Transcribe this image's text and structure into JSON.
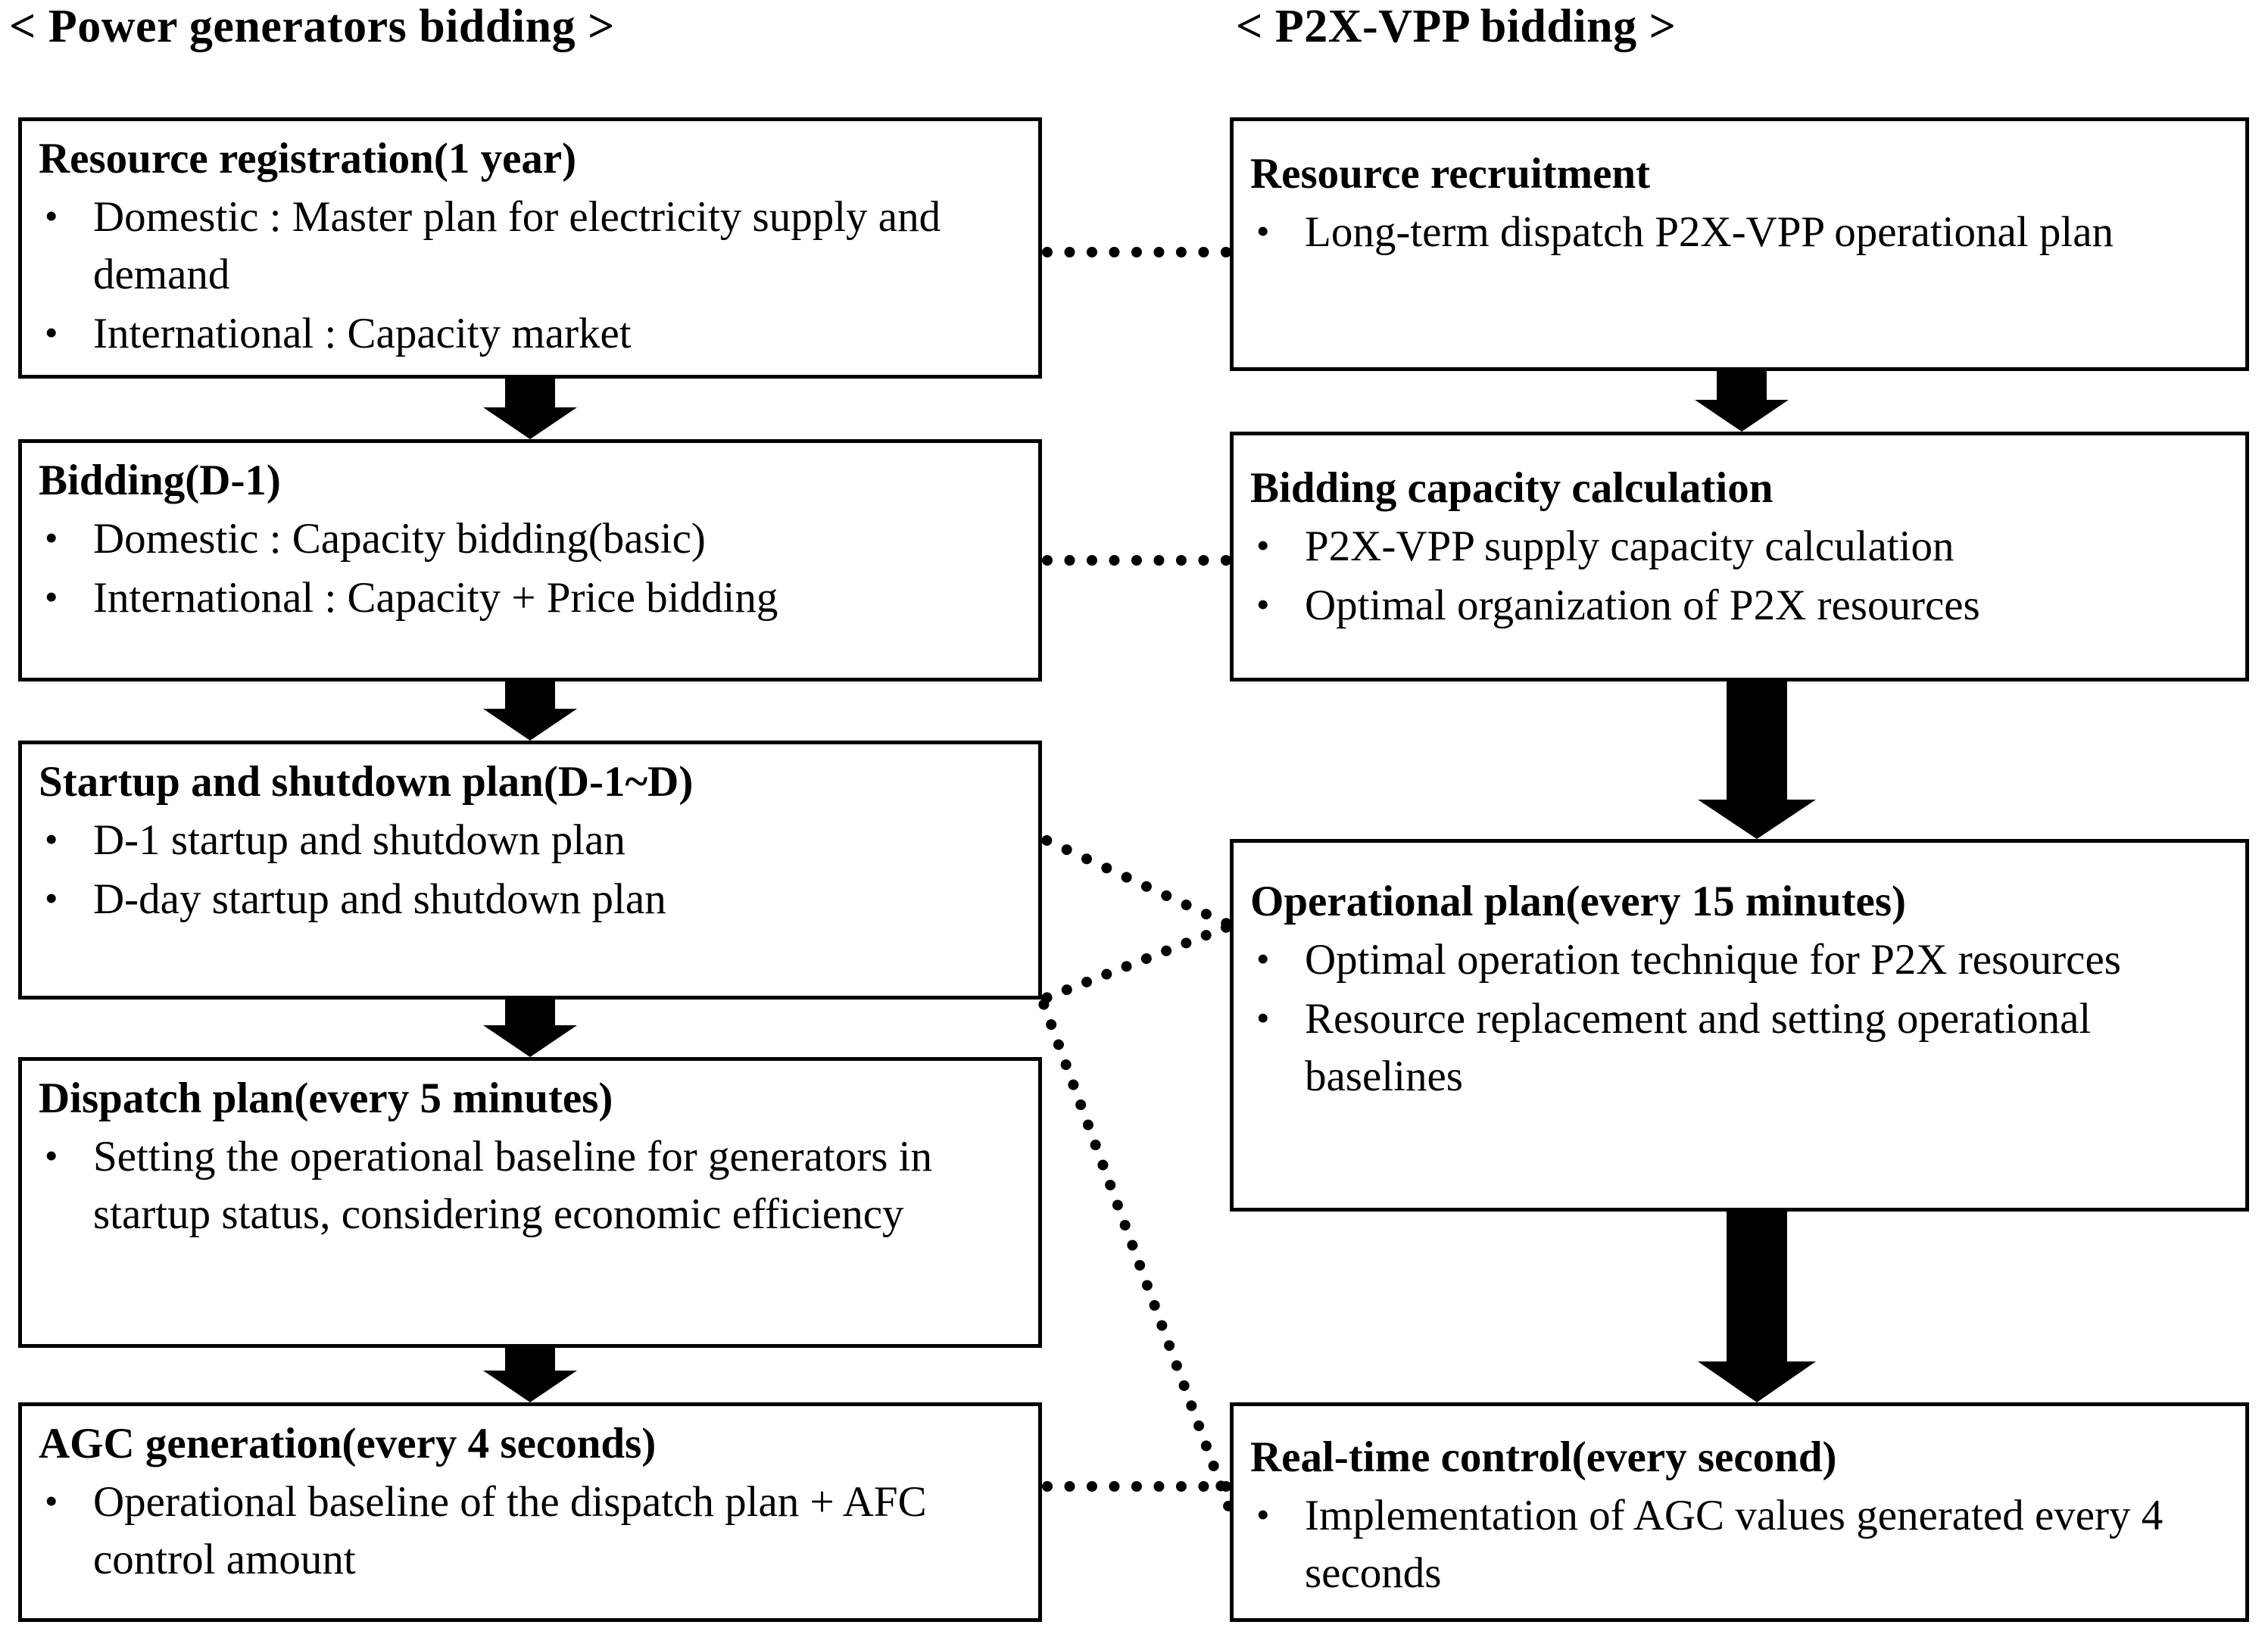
{
  "headers": {
    "left": "< Power generators bidding >",
    "right": "< P2X-VPP bidding >"
  },
  "bullet_glyph": "•",
  "colors": {
    "line": "#000000",
    "background": "#ffffff",
    "text": "#000000"
  },
  "left_column": {
    "label": "Power generators bidding",
    "boxes": [
      {
        "title": "Resource registration(1 year)",
        "bullets": [
          "Domestic : Master plan for electricity supply and demand",
          "International : Capacity market"
        ]
      },
      {
        "title": "Bidding(D-1)",
        "bullets": [
          "Domestic : Capacity bidding(basic)",
          "International : Capacity + Price bidding"
        ]
      },
      {
        "title": "Startup and shutdown plan(D-1~D)",
        "bullets": [
          "D-1 startup and shutdown plan",
          "D-day startup and shutdown plan"
        ]
      },
      {
        "title": "Dispatch plan(every 5 minutes)",
        "bullets": [
          "Setting the operational baseline for generators in startup status, considering economic efficiency"
        ]
      },
      {
        "title": "AGC generation(every 4 seconds)",
        "bullets": [
          "Operational baseline of the dispatch plan + AFC control amount"
        ]
      }
    ]
  },
  "right_column": {
    "label": "P2X-VPP bidding",
    "boxes": [
      {
        "title": "Resource recruitment",
        "bullets": [
          "Long-term dispatch P2X-VPP operational plan"
        ]
      },
      {
        "title": "Bidding capacity calculation",
        "bullets": [
          "P2X-VPP supply capacity calculation",
          "Optimal organization of P2X resources"
        ]
      },
      {
        "title": "Operational plan(every 15 minutes)",
        "bullets": [
          "Optimal operation technique for P2X resources",
          "Resource replacement and setting operational baselines"
        ]
      },
      {
        "title": "Real-time control(every second)",
        "bullets": [
          "Implementation of AGC values generated every 4 seconds"
        ]
      }
    ]
  },
  "connectors": {
    "solid_arrows": [
      {
        "from": "Resource registration(1 year)",
        "to": "Bidding(D-1)",
        "style": "block-arrow-down"
      },
      {
        "from": "Bidding(D-1)",
        "to": "Startup and shutdown plan(D-1~D)",
        "style": "block-arrow-down"
      },
      {
        "from": "Startup and shutdown plan(D-1~D)",
        "to": "Dispatch plan(every 5 minutes)",
        "style": "block-arrow-down"
      },
      {
        "from": "Dispatch plan(every 5 minutes)",
        "to": "AGC generation(every 4 seconds)",
        "style": "block-arrow-down"
      },
      {
        "from": "Resource recruitment",
        "to": "Bidding capacity calculation",
        "style": "block-arrow-down"
      },
      {
        "from": "Bidding capacity calculation",
        "to": "Operational plan(every 15 minutes)",
        "style": "block-arrow-down"
      },
      {
        "from": "Operational plan(every 15 minutes)",
        "to": "Real-time control(every second)",
        "style": "block-arrow-down"
      }
    ],
    "dotted_links": [
      {
        "from": "Resource registration(1 year)",
        "to": "Resource recruitment",
        "style": "dotted-horizontal"
      },
      {
        "from": "Bidding(D-1)",
        "to": "Bidding capacity calculation",
        "style": "dotted-horizontal"
      },
      {
        "from": "Startup and shutdown plan(D-1~D)",
        "to": "Operational plan(every 15 minutes)",
        "style": "dotted-diagonal"
      },
      {
        "from": "Dispatch plan(every 5 minutes)",
        "to": "Operational plan(every 15 minutes)",
        "style": "dotted-diagonal"
      },
      {
        "from": "Dispatch plan(every 5 minutes)",
        "to": "Real-time control(every second)",
        "style": "dotted-diagonal"
      },
      {
        "from": "AGC generation(every 4 seconds)",
        "to": "Real-time control(every second)",
        "style": "dotted-horizontal"
      }
    ]
  }
}
